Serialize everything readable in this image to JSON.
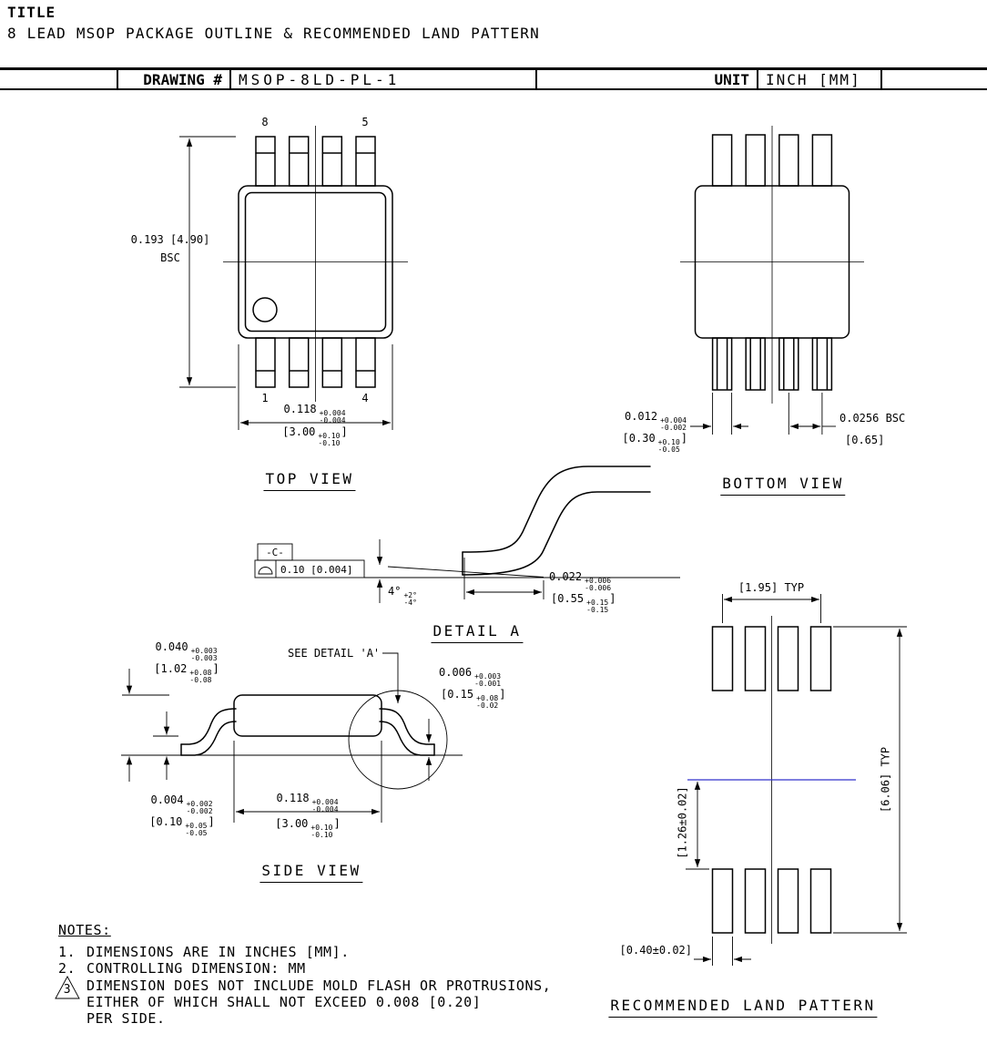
{
  "colors": {
    "centerline_blue": "#3333cc"
  },
  "header": {
    "title_label": "TITLE",
    "drawing_title": "8 LEAD MSOP PACKAGE OUTLINE & RECOMMENDED LAND PATTERN",
    "table": {
      "drawing_number_label": "DRAWING #",
      "drawing_number_value": "MSOP-8LD-PL-1",
      "unit_label": "UNIT",
      "unit_value": "INCH [MM]"
    }
  },
  "top_view": {
    "label": "TOP VIEW",
    "pin_labels": {
      "top_left": "8",
      "top_right": "5",
      "bottom_left": "1",
      "bottom_right": "4"
    },
    "dim_height": {
      "line1": "0.193 [4.90]",
      "line2": "BSC"
    },
    "dim_width": {
      "inch": {
        "pre": "0.118",
        "plus": "+0.004",
        "minus": "-0.004",
        "post": ""
      },
      "mm": {
        "pre": "[3.00",
        "plus": "+0.10",
        "minus": "-0.10",
        "post": "]"
      }
    }
  },
  "bottom_view": {
    "label": "BOTTOM VIEW",
    "dim_lead_width": {
      "inch": {
        "pre": "0.012",
        "plus": "+0.004",
        "minus": "-0.002",
        "post": ""
      },
      "mm": {
        "pre": "[0.30",
        "plus": "+0.10",
        "minus": "-0.05",
        "post": "]"
      }
    },
    "dim_pitch": {
      "line1": "0.0256 BSC",
      "line2": "[0.65]"
    }
  },
  "detail_a": {
    "label": "DETAIL A",
    "datum_label": "-C-",
    "fcf_value": "0.10 [0.004]",
    "angle": {
      "pre": "4°",
      "plus": "+2°",
      "minus": "-4°",
      "post": ""
    },
    "dim_foot_length": {
      "inch": {
        "pre": "0.022",
        "plus": "+0.006",
        "minus": "-0.006",
        "post": ""
      },
      "mm": {
        "pre": "[0.55",
        "plus": "+0.15",
        "minus": "-0.15",
        "post": "]"
      }
    }
  },
  "side_view": {
    "label": "SIDE VIEW",
    "see_detail_label": "SEE DETAIL 'A'",
    "dim_overall_height": {
      "inch": {
        "pre": "0.040",
        "plus": "+0.003",
        "minus": "-0.003",
        "post": ""
      },
      "mm": {
        "pre": "[1.02",
        "plus": "+0.08",
        "minus": "-0.08",
        "post": "]"
      }
    },
    "dim_lead_thickness": {
      "inch": {
        "pre": "0.006",
        "plus": "+0.003",
        "minus": "-0.001",
        "post": ""
      },
      "mm": {
        "pre": "[0.15",
        "plus": "+0.08",
        "minus": "-0.02",
        "post": "]"
      }
    },
    "dim_standoff": {
      "inch": {
        "pre": "0.004",
        "plus": "+0.002",
        "minus": "-0.002",
        "post": ""
      },
      "mm": {
        "pre": "[0.10",
        "plus": "+0.05",
        "minus": "-0.05",
        "post": "]"
      }
    },
    "dim_body_length": {
      "inch": {
        "pre": "0.118",
        "plus": "+0.004",
        "minus": "-0.004",
        "post": ""
      },
      "mm": {
        "pre": "[3.00",
        "plus": "+0.10",
        "minus": "-0.10",
        "post": "]"
      }
    }
  },
  "land_pattern": {
    "label": "RECOMMENDED LAND PATTERN",
    "dim_pad_span_horizontal": "[1.95] TYP",
    "dim_overall_vertical": "[6.06] TYP",
    "dim_center_to_pad": "[1.26±0.02]",
    "dim_pad_width": "[0.40±0.02]"
  },
  "notes": {
    "label": "NOTES:",
    "item1_num": "1.",
    "item1_text": "DIMENSIONS ARE IN INCHES [MM].",
    "item2_num": "2.",
    "item2_text": "CONTROLLING DIMENSION: MM",
    "item3_num": "3",
    "item3_line1": "DIMENSION DOES NOT INCLUDE MOLD FLASH OR PROTRUSIONS,",
    "item3_line2": "EITHER OF WHICH SHALL NOT EXCEED 0.008 [0.20]",
    "item3_line3": "PER SIDE."
  }
}
